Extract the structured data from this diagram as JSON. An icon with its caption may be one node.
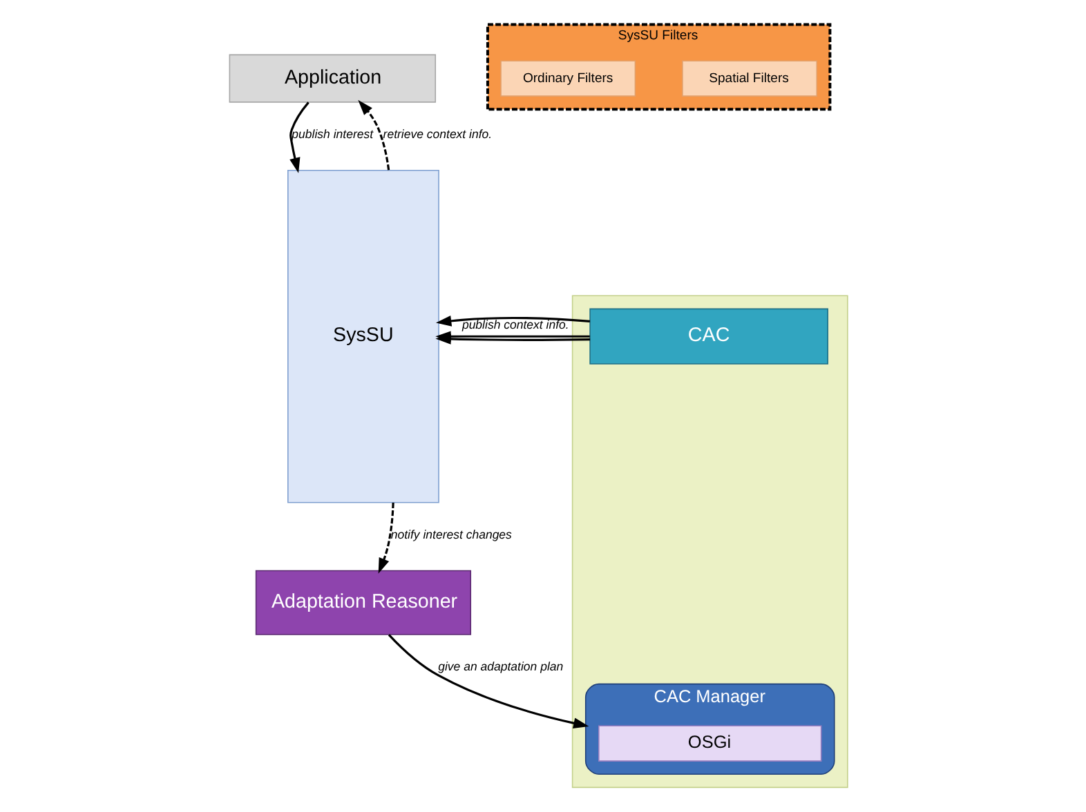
{
  "diagram": {
    "nodes": [
      {
        "text": [
          "Application"
        ]
      },
      {
        "text": [
          "SysSU"
        ]
      },
      {
        "text": [
          "SysSU Filters"
        ]
      },
      {
        "text": [
          "Spatial Filters"
        ],
        "in": 2
      },
      {
        "text": [
          "Ordinary Filters"
        ],
        "in": 2
      },
      {
        "text": [],
        "shape": "box"
      },
      {
        "text": [
          "CAC"
        ],
        "in": 5
      },
      {
        "text": [
          "CAC Manager"
        ],
        "in": 5
      },
      {
        "text": [
          "OSGi"
        ],
        "in": 7
      },
      {
        "text": [
          "Adaptation Reasoner"
        ]
      }
    ],
    "edges": [
      {
        "from": 0,
        "to": 1,
        "arrow": "to",
        "label": "publish interest"
      },
      {
        "from": 1,
        "to": 0,
        "arrow": "to",
        "label": "retrieve context info.",
        "style": "dashed"
      },
      {
        "from": 6,
        "to": 1,
        "arrow": "to",
        "label": "publish context info."
      },
      {
        "from": 6,
        "to": 1,
        "arrow": "to"
      },
      {
        "from": 6,
        "to": 1,
        "arrow": "to"
      },
      {
        "from": 1,
        "to": 9,
        "arrow": "to",
        "label": "notify interest changes",
        "style": "dashed"
      },
      {
        "from": 9,
        "to": 7,
        "arrow": "to",
        "label": "give an adaptation plan"
      }
    ]
  }
}
